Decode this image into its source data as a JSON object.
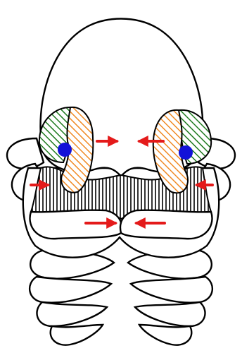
{
  "diagram": {
    "subject": "embryo-face-ventral-view",
    "colors": {
      "outline": "#000000",
      "background": "#ffffff",
      "region_green": "#1e7a1e",
      "region_orange": "#f08a24",
      "eye_dot": "#1212d8",
      "arrow": "#e41a1a",
      "hatch": "#000000"
    },
    "arrows": [
      {
        "name": "arrow-left-placode-medial",
        "direction": "right"
      },
      {
        "name": "arrow-right-placode-medial",
        "direction": "left"
      },
      {
        "name": "arrow-left-lateral",
        "direction": "right"
      },
      {
        "name": "arrow-right-lateral",
        "direction": "left"
      },
      {
        "name": "arrow-left-mandible",
        "direction": "right"
      },
      {
        "name": "arrow-right-mandible",
        "direction": "left"
      }
    ]
  }
}
